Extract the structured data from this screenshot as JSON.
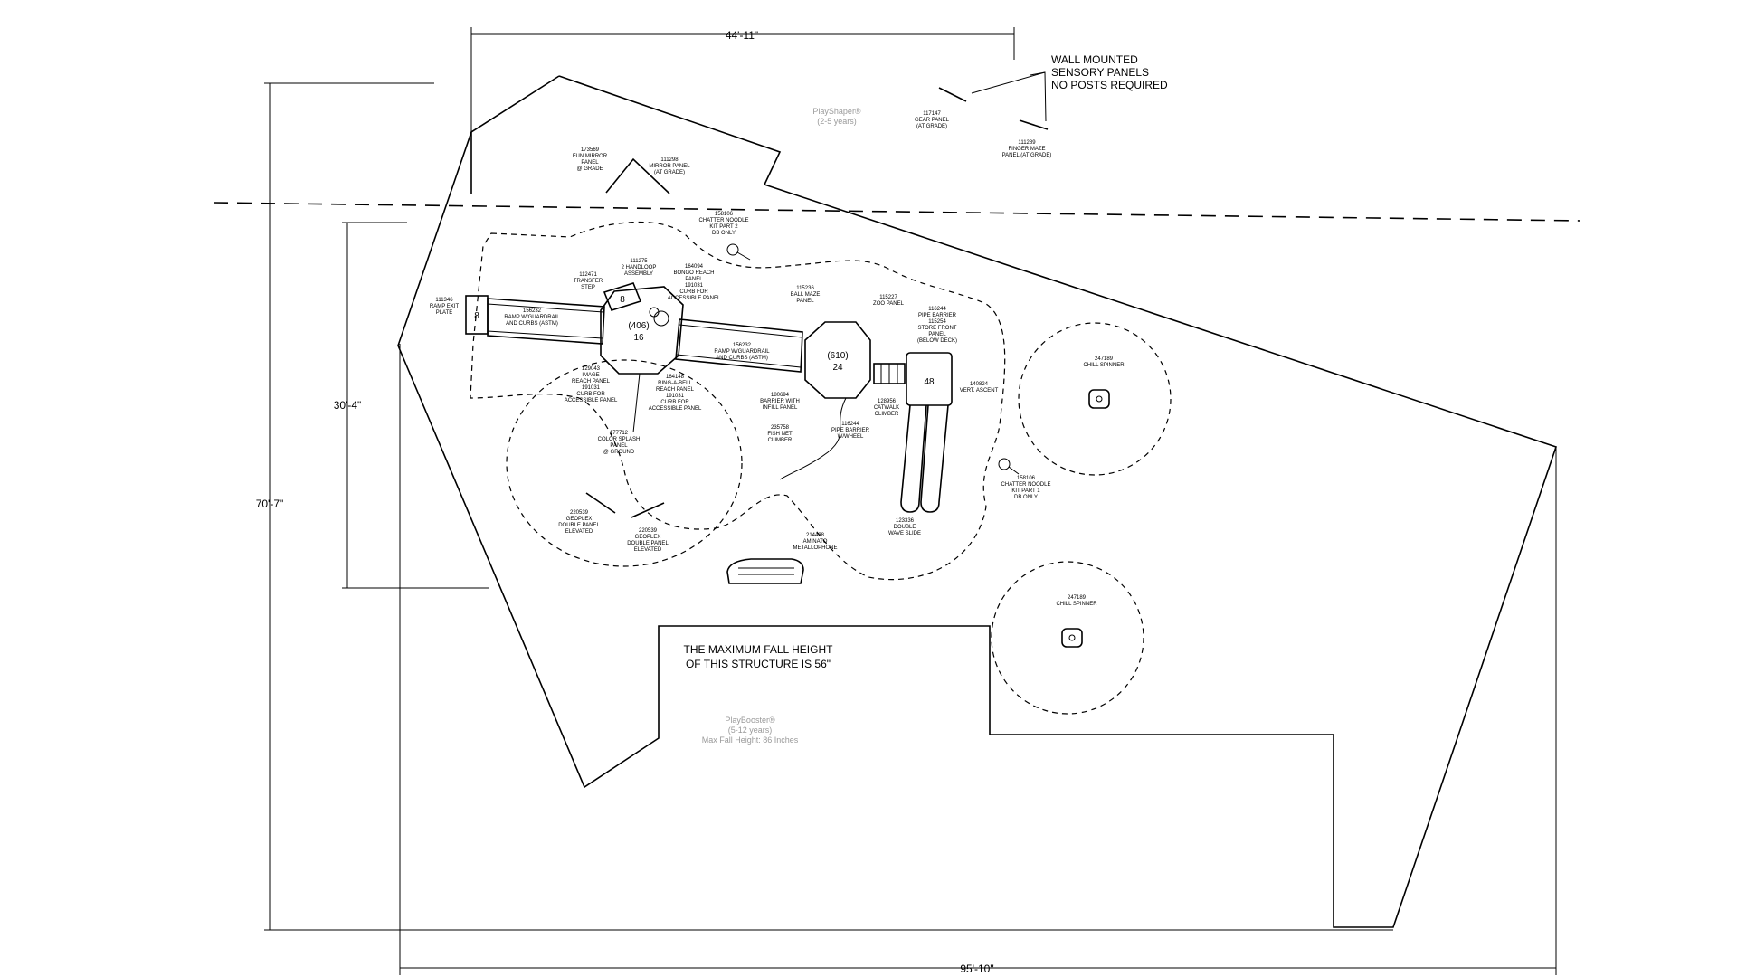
{
  "dimensions": {
    "top_width": "44'-11\"",
    "left_height": "70'-7\"",
    "inner_height": "30'-4\"",
    "bottom_width": "95'-10\""
  },
  "notes": {
    "wall_panels": [
      "WALL MOUNTED",
      "SENSORY PANELS",
      "NO POSTS REQUIRED"
    ],
    "fall_height": [
      "THE MAXIMUM FALL HEIGHT",
      "OF THIS STRUCTURE IS 56\""
    ]
  },
  "zones": {
    "playshaper": [
      "PlayShaper®",
      "(2-5 years)"
    ],
    "playbooster": [
      "PlayBooster®",
      "(5-12 years)",
      "Max Fall Height: 86 Inches"
    ]
  },
  "deck_heights": {
    "d8a": "8",
    "d8b": "8",
    "d406": "(406)",
    "d16": "16",
    "d610": "(610)",
    "d24": "24",
    "d48": "48"
  },
  "components": {
    "fun_mirror": [
      "173569",
      "FUN MIRROR",
      "PANEL",
      "@ GRADE"
    ],
    "mirror_panel": [
      "111298",
      "MIRROR PANEL",
      "(AT GRADE)"
    ],
    "gear_panel": [
      "117147",
      "GEAR PANEL",
      "(AT GRADE)"
    ],
    "finger_maze": [
      "111289",
      "FINGER MAZE",
      "PANEL (AT GRADE)"
    ],
    "chatter_noodle_2": [
      "158106",
      "CHATTER NOODLE",
      "KIT PART 2",
      "DB ONLY"
    ],
    "chatter_noodle_1": [
      "158106",
      "CHATTER NOODLE",
      "KIT PART 1",
      "DB ONLY"
    ],
    "handloop": [
      "111275",
      "2 HANDLOOP",
      "ASSEMBLY"
    ],
    "transfer_step": [
      "112471",
      "TRANSFER",
      "STEP"
    ],
    "bongo": [
      "164094",
      "BONGO REACH",
      "PANEL",
      "191031",
      "CURB FOR",
      "ACCESSIBLE PANEL"
    ],
    "ramp_exit": [
      "111346",
      "RAMP EXIT",
      "PLATE"
    ],
    "ramp_1": [
      "156232",
      "RAMP W/GUARDRAIL",
      "AND CURBS (ASTM)"
    ],
    "ramp_2": [
      "156232",
      "RAMP W/GUARDRAIL",
      "AND CURBS (ASTM)"
    ],
    "ball_maze": [
      "115236",
      "BALL MAZE",
      "PANEL"
    ],
    "zoo_panel": [
      "115227",
      "ZOO PANEL"
    ],
    "pipe_barrier_store": [
      "116244",
      "PIPE BARRIER",
      "115254",
      "STORE FRONT",
      "PANEL",
      "(BELOW DECK)"
    ],
    "image_reach": [
      "129043",
      "IMAGE",
      "REACH PANEL",
      "191031",
      "CURB FOR",
      "ACCESSIBLE PANEL"
    ],
    "ring_bell": [
      "164148",
      "RING-A-BELL",
      "REACH PANEL",
      "191031",
      "CURB FOR",
      "ACCESSIBLE PANEL"
    ],
    "barrier_infill": [
      "180694",
      "BARRIER WITH",
      "INFILL PANEL"
    ],
    "fish_net": [
      "235758",
      "FISH NET",
      "CLIMBER"
    ],
    "pipe_barrier_wheel": [
      "116244",
      "PIPE BARRIER",
      "W/WHEEL"
    ],
    "catwalk": [
      "128956",
      "CATWALK",
      "CLIMBER"
    ],
    "vert_ascent": [
      "140824",
      "VERT. ASCENT"
    ],
    "color_splash": [
      "177712",
      "COLOR SPLASH",
      "PANEL",
      "@ GROUND"
    ],
    "geoplex_1": [
      "220539",
      "GEOPLEX",
      "DOUBLE PANEL",
      "ELEVATED"
    ],
    "geoplex_2": [
      "220539",
      "GEOPLEX",
      "DOUBLE PANEL",
      "ELEVATED"
    ],
    "metallophone": [
      "214438",
      "AMINATO",
      "METALLOPHONE"
    ],
    "wave_slide": [
      "123336",
      "DOUBLE",
      "WAVE SLIDE"
    ],
    "spinner_1": [
      "247189",
      "CHILL SPINNER"
    ],
    "spinner_2": [
      "247189",
      "CHILL SPINNER"
    ]
  }
}
